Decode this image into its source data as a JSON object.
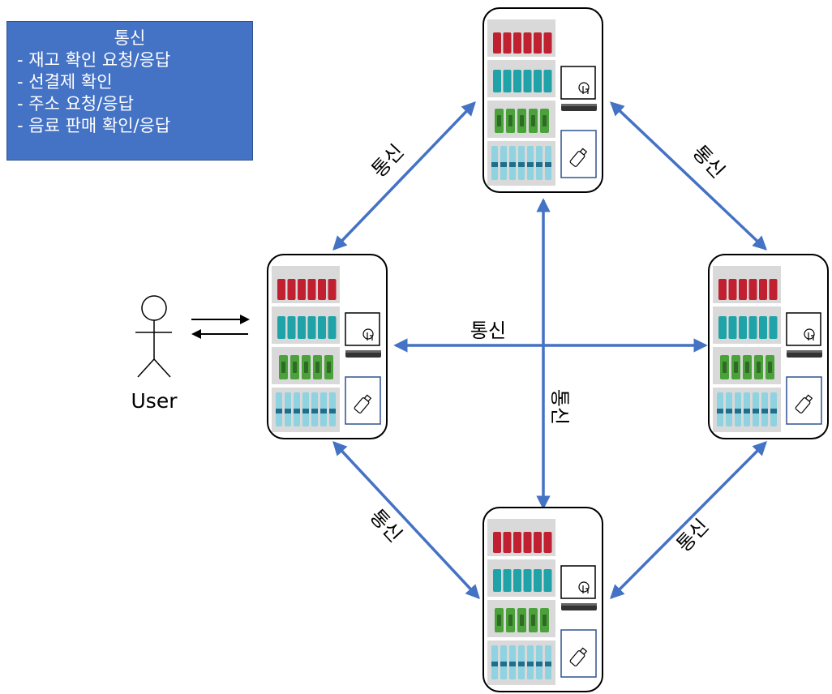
{
  "legend": {
    "title": "통신",
    "items": [
      "- 재고 확인 요청/응답",
      "- 선결제 확인",
      "- 주소 요청/응답",
      "- 음료 판매 확인/응답"
    ]
  },
  "user_label": "User",
  "link_label": "통신",
  "colors": {
    "link": "#4472c4",
    "legend_bg": "#4472c4",
    "can_red": "#c0202f",
    "can_teal": "#1fa3a8",
    "tube_green": "#4ca23a",
    "bottle_blue": "#8fd2e0"
  }
}
